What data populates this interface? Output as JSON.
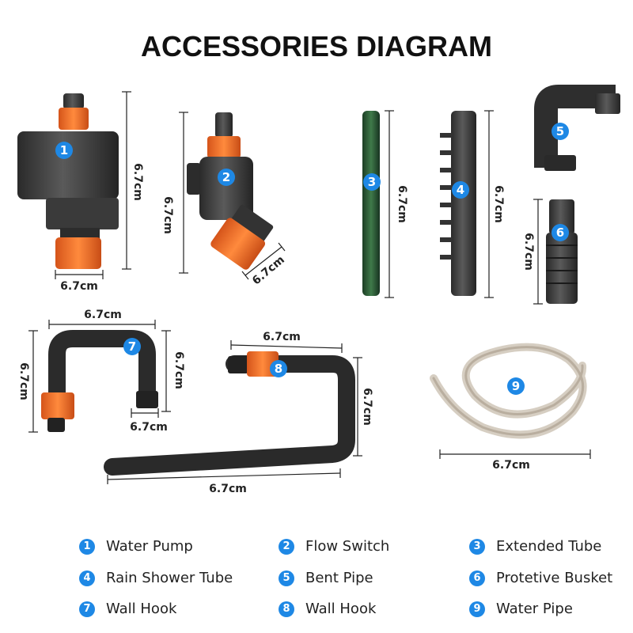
{
  "title": "ACCESSORIES DIAGRAM",
  "dimension_label": "6.7cm",
  "accent_color": "#1e88e5",
  "orange_color": "#f26b22",
  "parts": [
    {
      "num": "1",
      "name": "Water Pump"
    },
    {
      "num": "2",
      "name": "Flow Switch"
    },
    {
      "num": "3",
      "name": "Extended Tube"
    },
    {
      "num": "4",
      "name": "Rain Shower Tube"
    },
    {
      "num": "5",
      "name": "Bent Pipe"
    },
    {
      "num": "6",
      "name": "Protetive Busket"
    },
    {
      "num": "7",
      "name": "Wall Hook"
    },
    {
      "num": "8",
      "name": "Wall Hook"
    },
    {
      "num": "9",
      "name": "Water Pipe"
    }
  ]
}
